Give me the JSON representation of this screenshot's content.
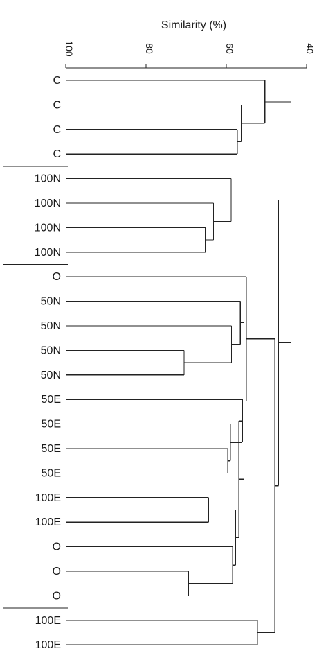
{
  "chart_data": {
    "type": "dendrogram",
    "axis_title": "Similarity (%)",
    "axis": {
      "min": 40,
      "max": 100,
      "reversed": true,
      "ticks": [
        {
          "value": 100,
          "label": "100"
        },
        {
          "value": 80,
          "label": "80"
        },
        {
          "value": 60,
          "label": "60"
        },
        {
          "value": 40,
          "label": "40"
        }
      ]
    },
    "leaves": [
      "C",
      "C",
      "C",
      "C",
      "100N",
      "100N",
      "100N",
      "100N",
      "O",
      "50N",
      "50N",
      "50N",
      "50N",
      "50E",
      "50E",
      "50E",
      "50E",
      "100E",
      "100E",
      "O",
      "O",
      "O",
      "100E",
      "100E"
    ],
    "group_separators_after": [
      3,
      7,
      21
    ],
    "merges": [
      {
        "id": "m1",
        "a": 2,
        "b": 3,
        "similarity": 57.3
      },
      {
        "id": "m2",
        "a": 1,
        "b": "m1",
        "similarity": 56.3
      },
      {
        "id": "m3",
        "a": 0,
        "b": "m2",
        "similarity": 50.4
      },
      {
        "id": "m4",
        "a": 6,
        "b": 7,
        "similarity": 65.2
      },
      {
        "id": "m5",
        "a": 5,
        "b": "m4",
        "similarity": 63.2
      },
      {
        "id": "m6",
        "a": 4,
        "b": "m5",
        "similarity": 58.8
      },
      {
        "id": "m7",
        "a": 11,
        "b": 12,
        "similarity": 70.5
      },
      {
        "id": "m8",
        "a": 10,
        "b": "m7",
        "similarity": 58.7
      },
      {
        "id": "m9",
        "a": 9,
        "b": "m8",
        "similarity": 56.5
      },
      {
        "id": "m10",
        "a": 15,
        "b": 16,
        "similarity": 59.6
      },
      {
        "id": "m11",
        "a": 14,
        "b": "m10",
        "similarity": 59.0
      },
      {
        "id": "m12",
        "a": 13,
        "b": "m11",
        "similarity": 56.0
      },
      {
        "id": "m13",
        "a": 17,
        "b": 18,
        "similarity": 64.4
      },
      {
        "id": "m14",
        "a": 20,
        "b": 21,
        "similarity": 69.4
      },
      {
        "id": "m15",
        "a": 19,
        "b": "m14",
        "similarity": 58.4
      },
      {
        "id": "m16",
        "a": "m13",
        "b": "m15",
        "similarity": 57.7
      },
      {
        "id": "m17",
        "a": "m12",
        "b": "m16",
        "similarity": 56.9
      },
      {
        "id": "m18",
        "a": "m9",
        "b": "m17",
        "similarity": 55.6
      },
      {
        "id": "m19",
        "a": 8,
        "b": "m18",
        "similarity": 55.0
      },
      {
        "id": "m20",
        "a": 22,
        "b": 23,
        "similarity": 52.3
      },
      {
        "id": "m21",
        "a": "m19",
        "b": "m20",
        "similarity": 47.9
      },
      {
        "id": "m22",
        "a": "m6",
        "b": "m21",
        "similarity": 47.0
      },
      {
        "id": "m23",
        "a": "m3",
        "b": "m22",
        "similarity": 43.9
      }
    ]
  }
}
